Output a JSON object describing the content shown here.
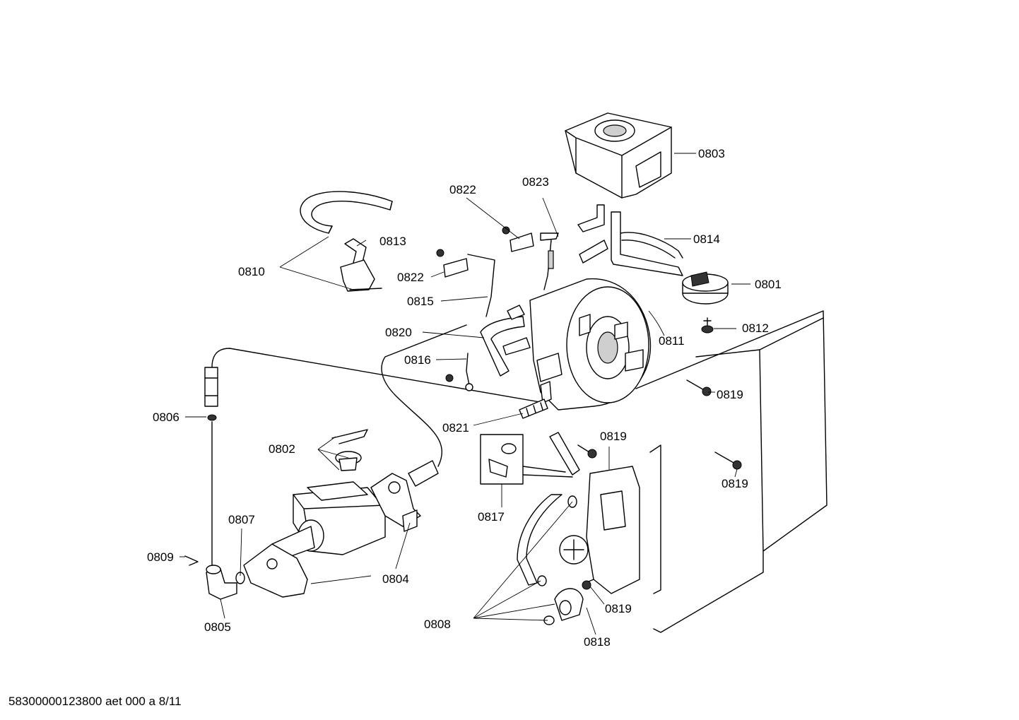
{
  "callouts": {
    "c0801": "0801",
    "c0802": "0802",
    "c0803": "0803",
    "c0804": "0804",
    "c0805": "0805",
    "c0806": "0806",
    "c0807": "0807",
    "c0808": "0808",
    "c0809": "0809",
    "c0810": "0810",
    "c0811": "0811",
    "c0812": "0812",
    "c0813": "0813",
    "c0814": "0814",
    "c0815": "0815",
    "c0816": "0816",
    "c0817": "0817",
    "c0818": "0818",
    "c0819": "0819",
    "c0820": "0820",
    "c0821": "0821",
    "c0822": "0822",
    "c0823": "0823"
  },
  "footer": {
    "document_ref": "58300000123800 aet 000 a 8/11"
  }
}
